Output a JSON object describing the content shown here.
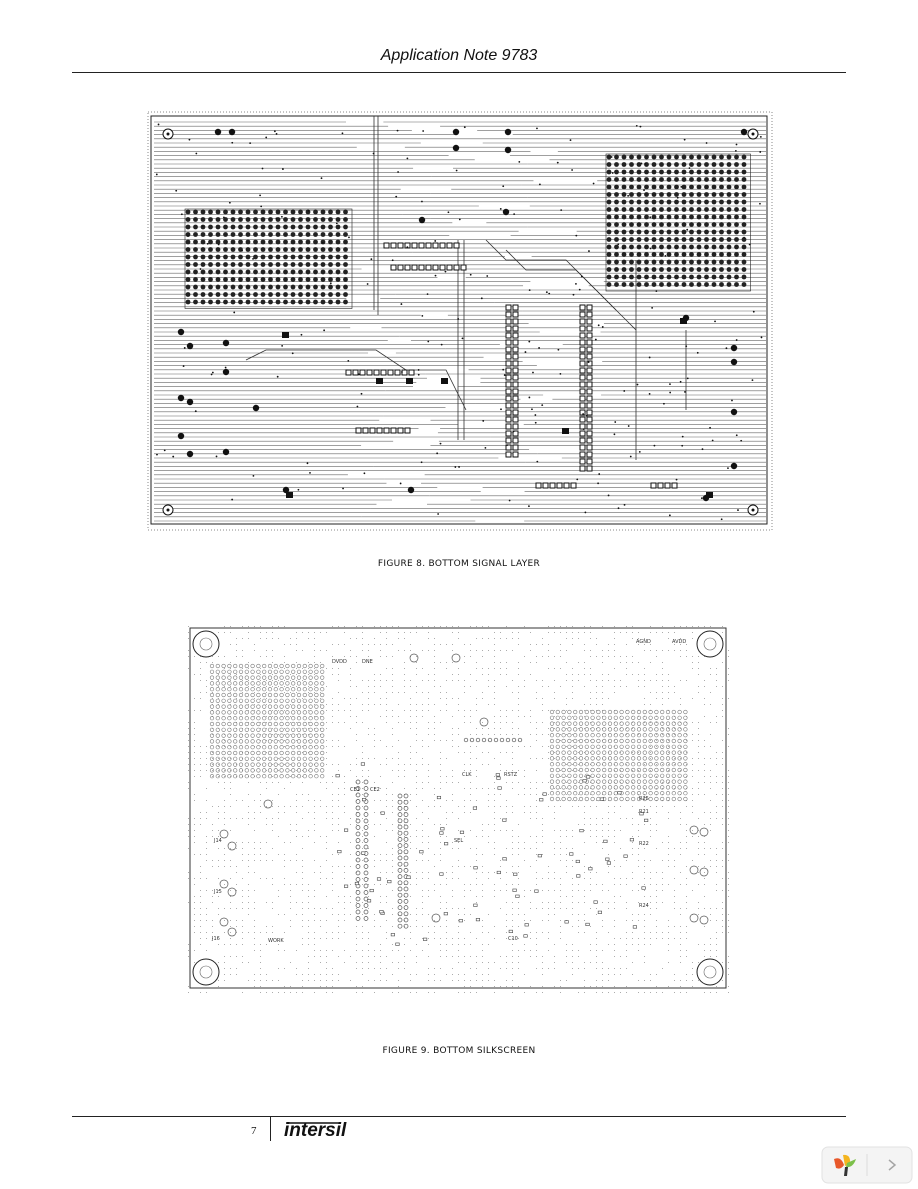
{
  "header": {
    "title": "Application Note 9783"
  },
  "figure8": {
    "caption": "FIGURE 8. BOTTOM SIGNAL LAYER"
  },
  "figure9": {
    "caption": "FIGURE 9. BOTTOM SILKSCREEN",
    "silk_labels": [
      "AGND",
      "AVDD",
      "DVDD",
      "DNE",
      "CLK",
      "RSTZ",
      "SEL",
      "J14",
      "J15",
      "J16",
      "R21",
      "R22",
      "R24",
      "R25",
      "C10",
      "CE1",
      "CE2",
      "WORK"
    ]
  },
  "footer": {
    "page_number": "7",
    "brand": "intersil"
  },
  "viewer": {
    "prev_icon": "swirl-logo-icon",
    "next_icon": "chevron-right-icon"
  }
}
